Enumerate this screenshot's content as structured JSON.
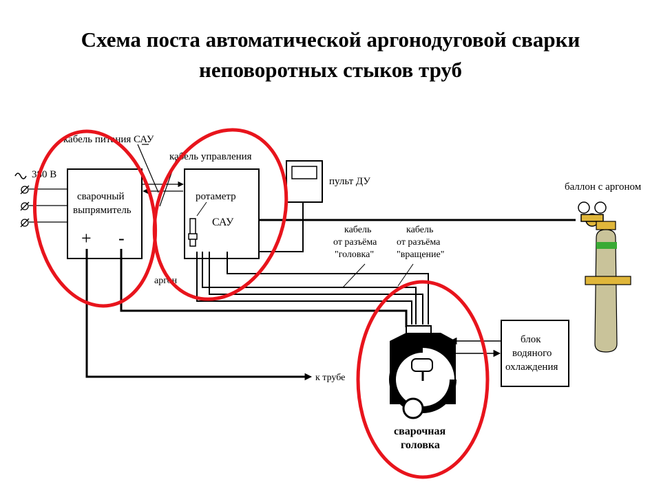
{
  "title": {
    "line1": "Схема поста автоматической аргонодуговой сварки",
    "line2": "неповоротных стыков труб"
  },
  "labels": {
    "voltage": "380 В",
    "power_cable": "кабель питания САУ",
    "control_cable": "кабель управления",
    "rectifier_line1": "сварочный",
    "rectifier_line2": "выпрямитель",
    "plus": "+",
    "minus": "-",
    "rotameter": "ротаметр",
    "sau": "САУ",
    "remote": "пульт ДУ",
    "cylinder": "баллон с аргоном",
    "cable_head_1": "кабель",
    "cable_head_2": "от разъёма",
    "cable_head_3": "\"головка\"",
    "cable_rot_1": "кабель",
    "cable_rot_2": "от разъёма",
    "cable_rot_3": "\"вращение\"",
    "argon": "аргон",
    "cooling_1": "блок",
    "cooling_2": "водяного",
    "cooling_3": "охлаждения",
    "to_pipe": "к трубе",
    "head_1": "сварочная",
    "head_2": "головка"
  },
  "highlight_color": "#e8141c",
  "cylinder_color": "#c9c39a",
  "cylinder_band_color": "#3aaa35",
  "clamp_color": "#e0b63a",
  "symbols": {
    "ac": "sine-wave-icon",
    "phase": "phase-terminal-icon"
  }
}
